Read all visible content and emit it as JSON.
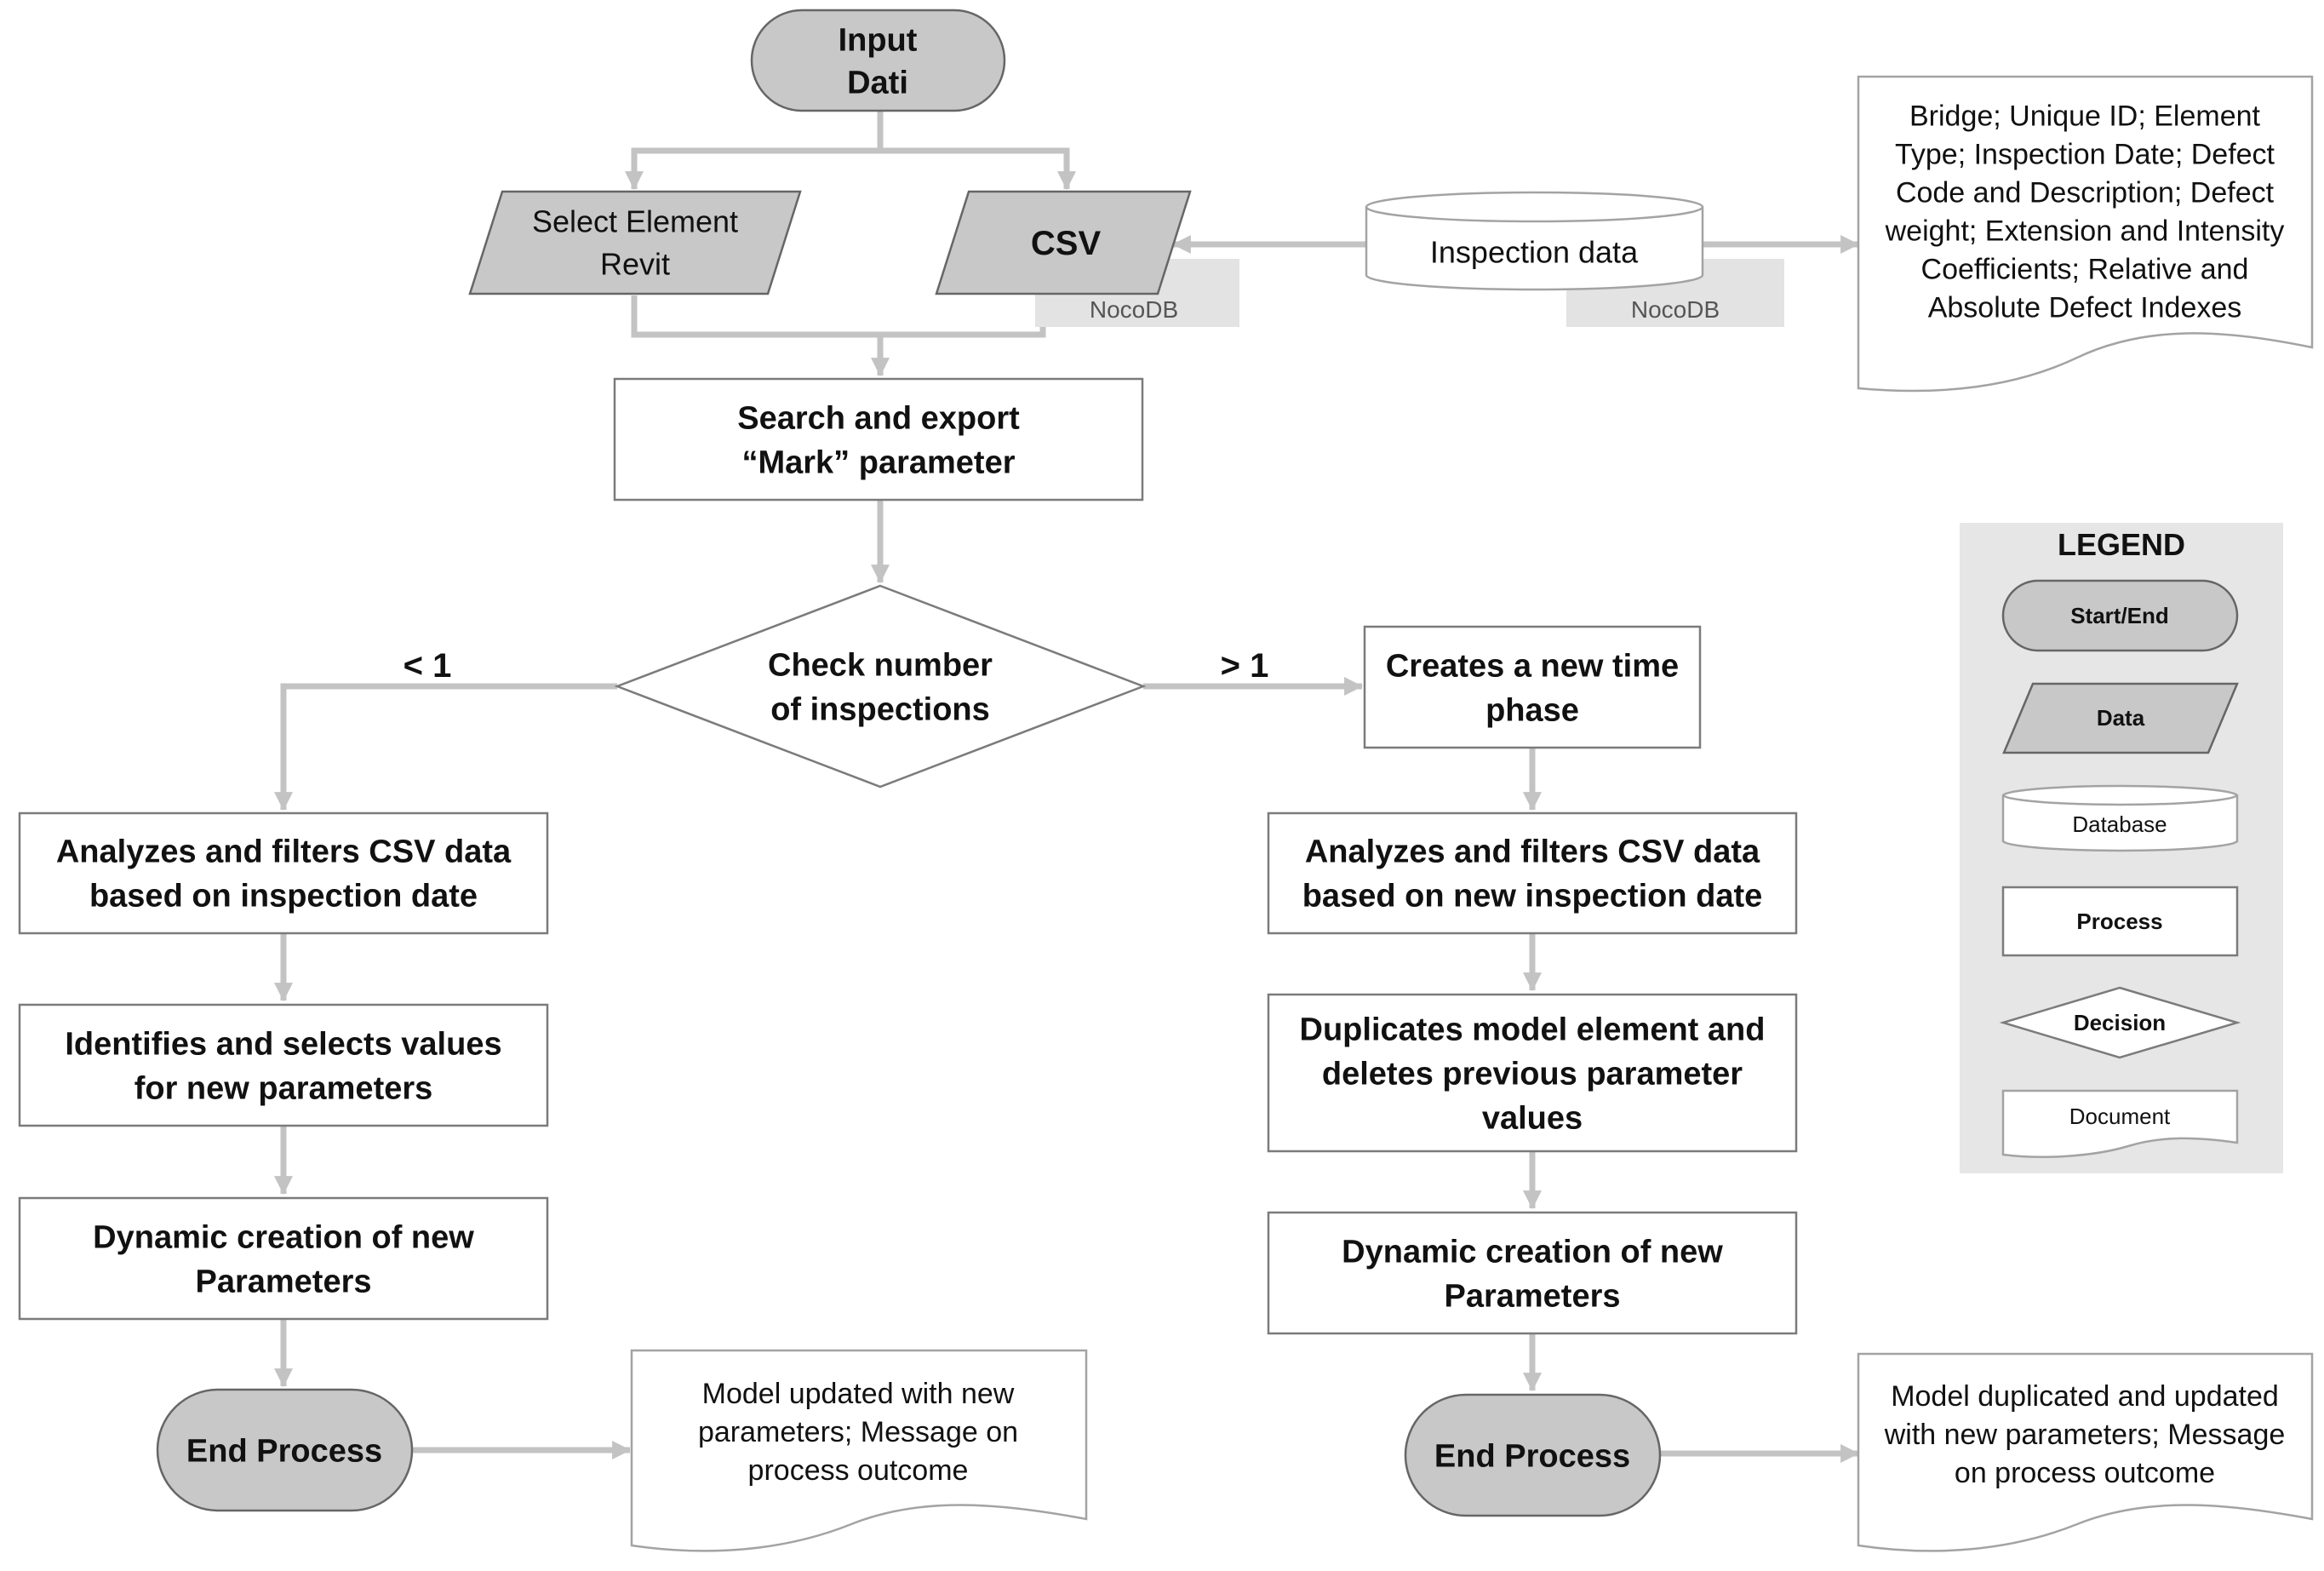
{
  "nodes": {
    "input": {
      "lines": [
        "Input",
        "Dati"
      ]
    },
    "select_element": {
      "lines": [
        "Select Element",
        "Revit"
      ]
    },
    "csv": {
      "lines": [
        "CSV"
      ]
    },
    "csv_tag": "NocoDB",
    "inspection_db": {
      "lines": [
        "Inspection data"
      ]
    },
    "inspection_tag": "NocoDB",
    "inspection_doc": {
      "lines": [
        "Bridge; Unique ID; Element",
        "Type; Inspection Date; Defect",
        "Code and Description; Defect",
        "weight; Extension and Intensity",
        "Coefficients; Relative and",
        "Absolute Defect Indexes"
      ]
    },
    "search_export": {
      "lines": [
        "Search and export",
        "“Mark” parameter"
      ]
    },
    "check_inspections": {
      "lines": [
        "Check number",
        "of inspections"
      ]
    },
    "new_time_phase": {
      "lines": [
        "Creates a new time",
        "phase"
      ]
    },
    "left_analyze": {
      "lines": [
        "Analyzes and filters CSV data",
        "based on inspection date"
      ]
    },
    "left_identify": {
      "lines": [
        "Identifies and selects values",
        "for new parameters"
      ]
    },
    "left_dynamic": {
      "lines": [
        "Dynamic creation of new",
        "Parameters"
      ]
    },
    "left_end": {
      "lines": [
        "End Process"
      ]
    },
    "left_output_doc": {
      "lines": [
        "Model updated with new",
        "parameters; Message on",
        "process outcome"
      ]
    },
    "right_analyze": {
      "lines": [
        "Analyzes and filters CSV data",
        "based on new inspection date"
      ]
    },
    "right_duplicate": {
      "lines": [
        "Duplicates model element and",
        "deletes previous parameter",
        "values"
      ]
    },
    "right_dynamic": {
      "lines": [
        "Dynamic creation of new",
        "Parameters"
      ]
    },
    "right_end": {
      "lines": [
        "End Process"
      ]
    },
    "right_output_doc": {
      "lines": [
        "Model duplicated and updated",
        "with new parameters; Message",
        "on process outcome"
      ]
    }
  },
  "conditions": {
    "less": "< 1",
    "greater": "> 1"
  },
  "legend": {
    "title": "LEGEND",
    "start_end": "Start/End",
    "data": "Data",
    "database": "Database",
    "process": "Process",
    "decision": "Decision",
    "document": "Document"
  },
  "colors": {
    "connector": "#c3c3c3",
    "terminal_fill": "#c8c8c8",
    "legend_panel": "#e6e6e6",
    "tag_fill": "#e3e3e3"
  }
}
